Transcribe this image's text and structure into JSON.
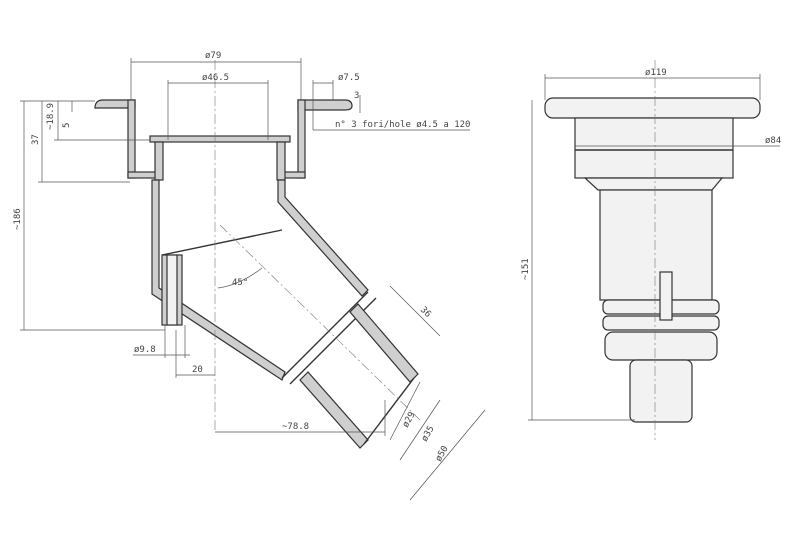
{
  "title": "Floor drain 45° outlet - technical drawing",
  "section_view": {
    "dimensions": {
      "flange_diameter": "ø79",
      "inner_diameter": "ø46.5",
      "hole_spacing": "ø7.5",
      "flange_thickness": "3",
      "holes_note": "n° 3 fori/hole ø4.5 a 120",
      "depth_upper": "~18.9",
      "lip": "5",
      "depth_total_upper": "37",
      "overall_height": "~186",
      "angle": "45°",
      "barb_diameter": "ø9.8",
      "barb_offset": "20",
      "outlet_offset": "~78.8",
      "outlet_length": "36",
      "outlet_d1": "ø29",
      "outlet_d2": "ø35",
      "outlet_d3": "ø50"
    }
  },
  "side_view": {
    "dimensions": {
      "flange_diameter": "ø119",
      "body_diameter": "ø84",
      "overall_height": "~151"
    }
  }
}
